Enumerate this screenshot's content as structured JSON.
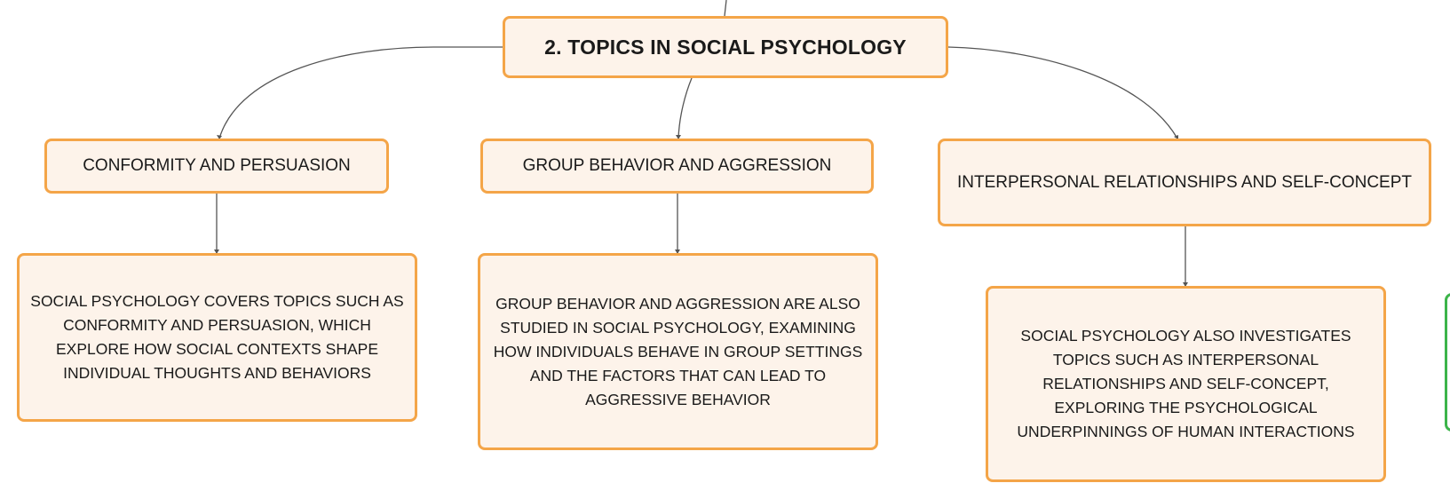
{
  "root": {
    "title": "2. TOPICS IN SOCIAL PSYCHOLOGY"
  },
  "topics": [
    {
      "label": "CONFORMITY AND PERSUASION",
      "detail": "SOCIAL PSYCHOLOGY COVERS TOPICS SUCH AS CONFORMITY AND PERSUASION, WHICH EXPLORE HOW SOCIAL CONTEXTS SHAPE INDIVIDUAL THOUGHTS AND BEHAVIORS"
    },
    {
      "label": "GROUP BEHAVIOR AND AGGRESSION",
      "detail": "GROUP BEHAVIOR AND AGGRESSION ARE ALSO STUDIED IN SOCIAL PSYCHOLOGY, EXAMINING HOW INDIVIDUALS BEHAVE IN GROUP SETTINGS AND THE FACTORS THAT CAN LEAD TO AGGRESSIVE BEHAVIOR"
    },
    {
      "label": "INTERPERSONAL RELATIONSHIPS AND SELF-CONCEPT",
      "detail": "SOCIAL PSYCHOLOGY ALSO INVESTIGATES TOPICS SUCH AS INTERPERSONAL RELATIONSHIPS AND SELF-CONCEPT, EXPLORING THE PSYCHOLOGICAL UNDERPINNINGS OF HUMAN INTERACTIONS"
    }
  ],
  "colors": {
    "node_fill": "#fdf3ea",
    "node_border": "#f4a548",
    "connector": "#555555",
    "partial_node_border": "#3cb44a"
  }
}
